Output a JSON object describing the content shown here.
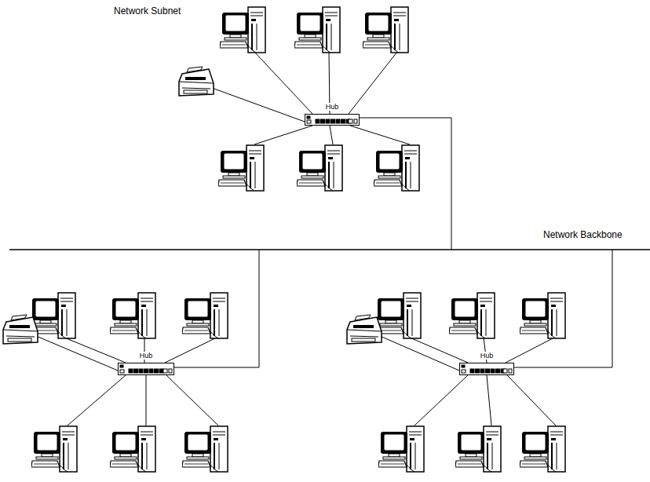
{
  "diagram": {
    "nodes": [
      {
        "text": [
          "Hub"
        ]
      },
      {
        "text": [
          "Hub"
        ]
      },
      {
        "text": [
          "Hub"
        ]
      }
    ],
    "labels": [
      "Network Subnet",
      "Network Backbone"
    ]
  }
}
